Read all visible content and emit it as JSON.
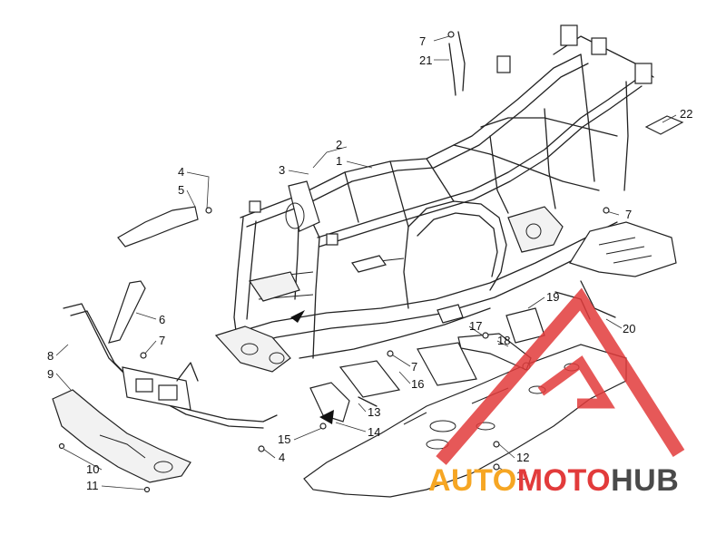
{
  "diagram": {
    "labels": [
      {
        "id": "l7a",
        "text": "7"
      },
      {
        "id": "l21",
        "text": "21"
      },
      {
        "id": "l22",
        "text": "22"
      },
      {
        "id": "l2",
        "text": "2"
      },
      {
        "id": "l3",
        "text": "3"
      },
      {
        "id": "l1",
        "text": "1"
      },
      {
        "id": "l4a",
        "text": "4"
      },
      {
        "id": "l5",
        "text": "5"
      },
      {
        "id": "l7b",
        "text": "7"
      },
      {
        "id": "l6",
        "text": "6"
      },
      {
        "id": "l7c",
        "text": "7"
      },
      {
        "id": "l8",
        "text": "8"
      },
      {
        "id": "l9",
        "text": "9"
      },
      {
        "id": "l19",
        "text": "19"
      },
      {
        "id": "l20",
        "text": "20"
      },
      {
        "id": "l17",
        "text": "17"
      },
      {
        "id": "l18",
        "text": "18"
      },
      {
        "id": "l7d",
        "text": "7"
      },
      {
        "id": "l16",
        "text": "16"
      },
      {
        "id": "l13",
        "text": "13"
      },
      {
        "id": "l14",
        "text": "14"
      },
      {
        "id": "l15",
        "text": "15"
      },
      {
        "id": "l4b",
        "text": "4"
      },
      {
        "id": "l12",
        "text": "12"
      },
      {
        "id": "l11a",
        "text": "11"
      },
      {
        "id": "l10",
        "text": "10"
      },
      {
        "id": "l11b",
        "text": "11"
      }
    ]
  },
  "watermark": {
    "part1": "AUTO",
    "part2": "MOTO",
    "part3": "HUB",
    "color_orange": "#f6a623",
    "color_red": "#e23b3b",
    "color_gray": "#4a4a4a"
  }
}
